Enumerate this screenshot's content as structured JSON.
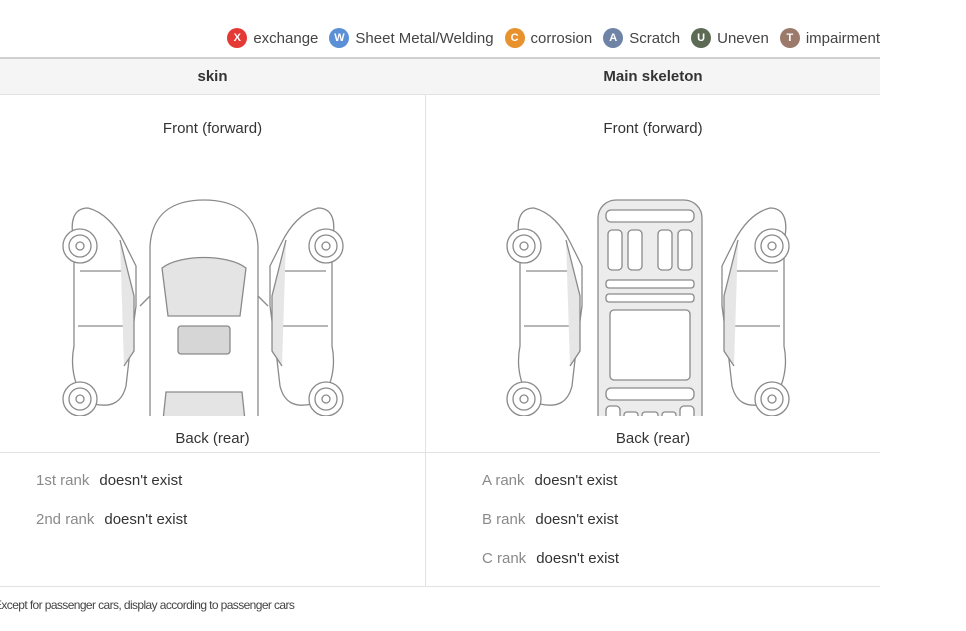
{
  "legend": [
    {
      "code": "X",
      "label": "exchange",
      "color": "#e53935"
    },
    {
      "code": "W",
      "label": "Sheet Metal/Welding",
      "color": "#5b8fd6"
    },
    {
      "code": "C",
      "label": "corrosion",
      "color": "#e8912d"
    },
    {
      "code": "A",
      "label": "Scratch",
      "color": "#6f83a6"
    },
    {
      "code": "U",
      "label": "Uneven",
      "color": "#5d6b55"
    },
    {
      "code": "T",
      "label": "impairment",
      "color": "#9b7a6b"
    }
  ],
  "columns": {
    "left": "skin",
    "right": "Main skeleton"
  },
  "diagram": {
    "front": "Front (forward)",
    "back": "Back (rear)"
  },
  "skin_ranks": [
    {
      "label": "1st rank",
      "value": "doesn't exist"
    },
    {
      "label": "2nd rank",
      "value": "doesn't exist"
    }
  ],
  "skeleton_ranks": [
    {
      "label": "A rank",
      "value": "doesn't exist"
    },
    {
      "label": "B rank",
      "value": "doesn't exist"
    },
    {
      "label": "C rank",
      "value": "doesn't exist"
    }
  ],
  "footnote": "Except for passenger cars, display according to passenger cars"
}
